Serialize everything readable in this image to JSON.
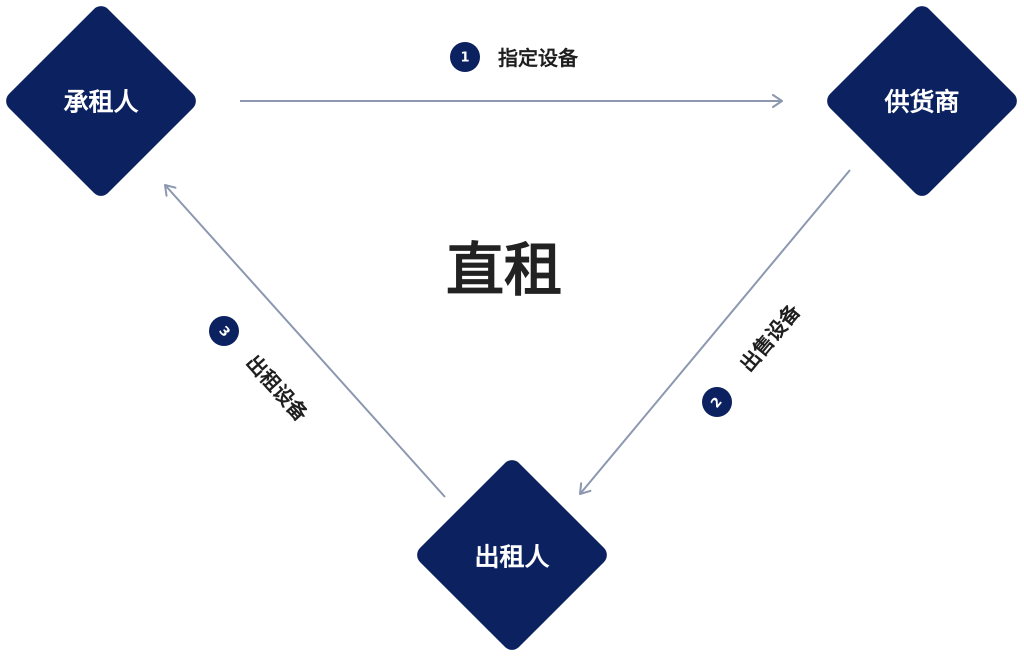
{
  "colors": {
    "node": "#0b2160",
    "arrow": "#8c97b0",
    "badge": "#0b2160"
  },
  "title": "直租",
  "nodes": {
    "lessee": {
      "label": "承租人"
    },
    "supplier": {
      "label": "供货商"
    },
    "lessor": {
      "label": "出租人"
    }
  },
  "steps": [
    {
      "number": "1",
      "label": "指定设备"
    },
    {
      "number": "2",
      "label": "出售设备"
    },
    {
      "number": "3",
      "label": "出租设备"
    }
  ]
}
